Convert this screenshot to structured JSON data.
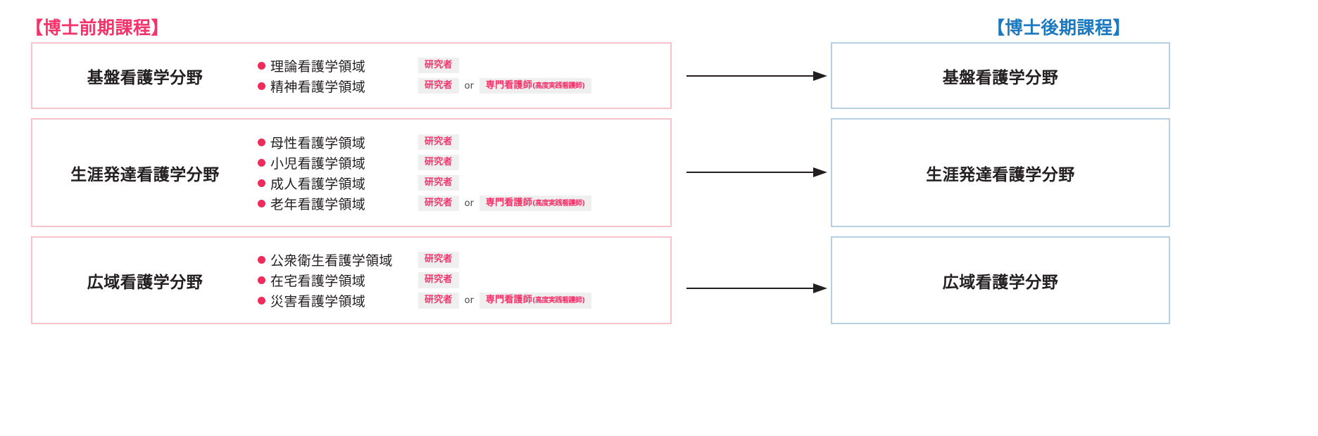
{
  "headings": {
    "left": "【博士前期課程】",
    "right": "【博士後期課程】"
  },
  "colors": {
    "master_accent": "#f4336b",
    "doctoral_accent": "#1c79bf",
    "master_box_border": "#f9c3cd",
    "doctoral_box_border": "#b5cfe4",
    "bullet": "#ee2b5b",
    "tag_background": "#efefef",
    "tag_text": "#f4336b",
    "arrow": "#231f20"
  },
  "tags": {
    "researcher": "研究者",
    "specialist_main": "専門看護師",
    "specialist_sub": "(高度実践看護師)",
    "or": "or"
  },
  "master": {
    "fields": [
      {
        "name": "基盤看護学分野",
        "areas": [
          {
            "label": "理論看護学領域",
            "tracks": [
              "researcher"
            ]
          },
          {
            "label": "精神看護学領域",
            "tracks": [
              "researcher",
              "specialist"
            ]
          }
        ]
      },
      {
        "name": "生涯発達看護学分野",
        "areas": [
          {
            "label": "母性看護学領域",
            "tracks": [
              "researcher"
            ]
          },
          {
            "label": "小児看護学領域",
            "tracks": [
              "researcher"
            ]
          },
          {
            "label": "成人看護学領域",
            "tracks": [
              "researcher"
            ]
          },
          {
            "label": "老年看護学領域",
            "tracks": [
              "researcher",
              "specialist"
            ]
          }
        ]
      },
      {
        "name": "広域看護学分野",
        "areas": [
          {
            "label": "公衆衛生看護学領域",
            "tracks": [
              "researcher"
            ]
          },
          {
            "label": "在宅看護学領域",
            "tracks": [
              "researcher"
            ]
          },
          {
            "label": "災害看護学領域",
            "tracks": [
              "researcher",
              "specialist"
            ]
          }
        ]
      }
    ]
  },
  "doctoral": {
    "fields": [
      {
        "name": "基盤看護学分野"
      },
      {
        "name": "生涯発達看護学分野"
      },
      {
        "name": "広域看護学分野"
      }
    ]
  }
}
